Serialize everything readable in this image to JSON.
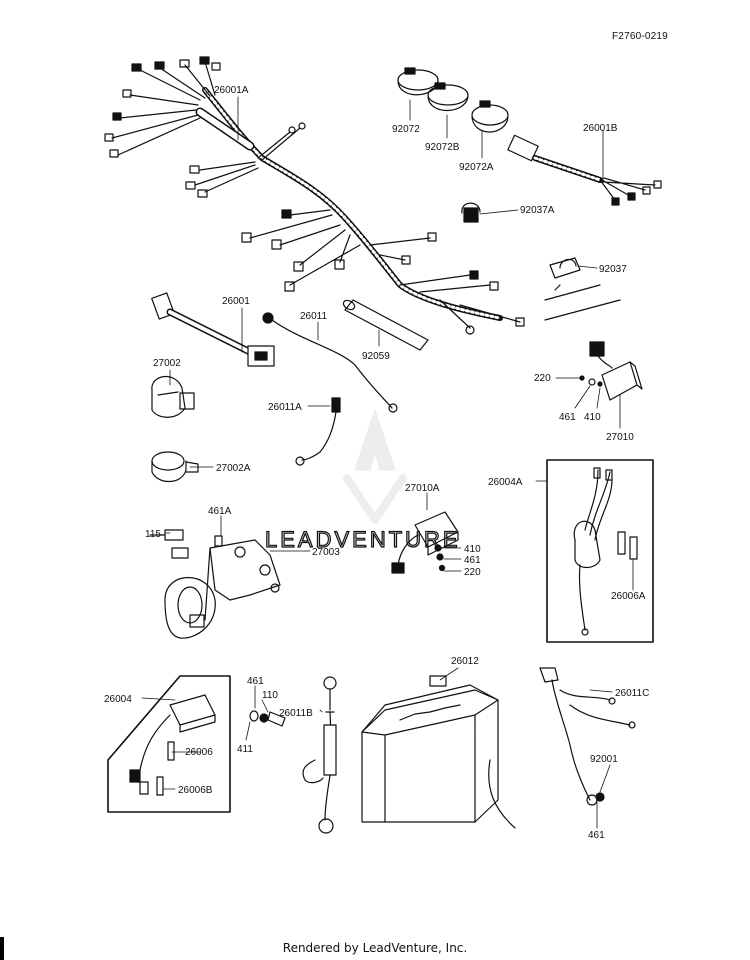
{
  "figure_id": "F2760-0219",
  "footer": "Rendered by LeadVenture, Inc.",
  "watermark": "LEADVENTURE",
  "parts": {
    "p26001A": "26001A",
    "p92072": "92072",
    "p92072B": "92072B",
    "p92072A": "92072A",
    "p26001B": "26001B",
    "p92037A": "92037A",
    "p92037": "92037",
    "p26001": "26001",
    "p26011": "26011",
    "p92059": "92059",
    "p27002": "27002",
    "p26011A": "26011A",
    "p220a": "220",
    "p461a": "461",
    "p410a": "410",
    "p27010": "27010",
    "p27002A": "27002A",
    "p27010A": "27010A",
    "p26004A": "26004A",
    "p115": "115",
    "p461A": "461A",
    "p27003": "27003",
    "p410b": "410",
    "p461b": "461",
    "p220b": "220",
    "p26006A": "26006A",
    "p26004": "26004",
    "p461c": "461",
    "p110": "110",
    "p26011B": "26011B",
    "p411": "411",
    "p26012": "26012",
    "p26011C": "26011C",
    "p26006": "26006",
    "p26006B": "26006B",
    "p92001": "92001",
    "p461d": "461"
  }
}
